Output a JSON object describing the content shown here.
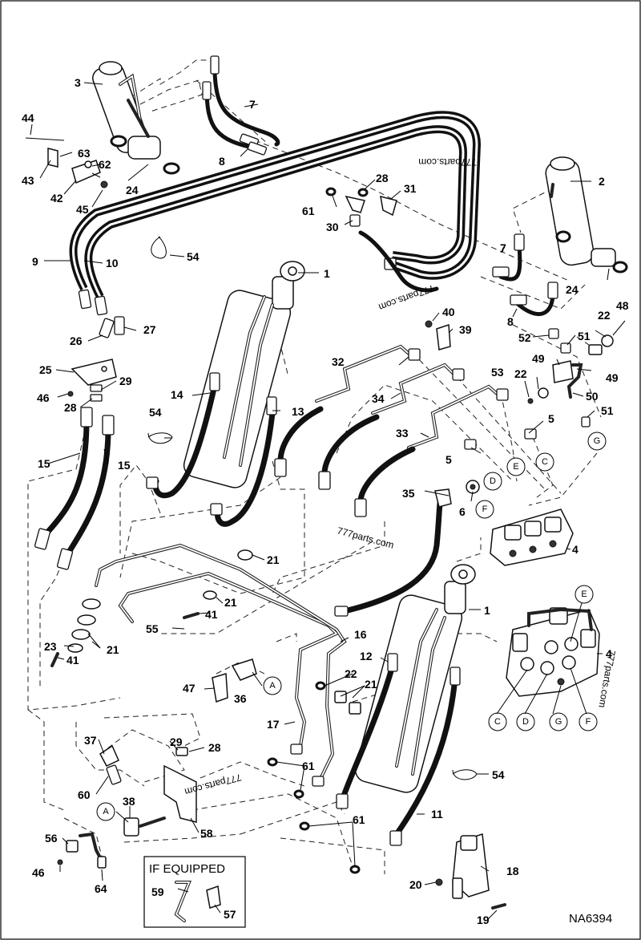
{
  "diagram_id": "NA6394",
  "optional_box_title": "IF EQUIPPED",
  "watermark": "777parts.com",
  "callouts": [
    "1",
    "2",
    "3",
    "4",
    "5",
    "6",
    "7",
    "8",
    "9",
    "10",
    "11",
    "12",
    "13",
    "14",
    "15",
    "16",
    "17",
    "18",
    "19",
    "20",
    "21",
    "22",
    "23",
    "24",
    "25",
    "26",
    "27",
    "28",
    "29",
    "30",
    "31",
    "32",
    "33",
    "34",
    "35",
    "36",
    "37",
    "38",
    "39",
    "40",
    "41",
    "42",
    "43",
    "44",
    "45",
    "46",
    "47",
    "48",
    "49",
    "50",
    "51",
    "52",
    "53",
    "54",
    "55",
    "56",
    "57",
    "58",
    "59",
    "60",
    "61",
    "62",
    "63",
    "64"
  ],
  "connection_points": [
    "A",
    "C",
    "D",
    "E",
    "F",
    "G"
  ]
}
